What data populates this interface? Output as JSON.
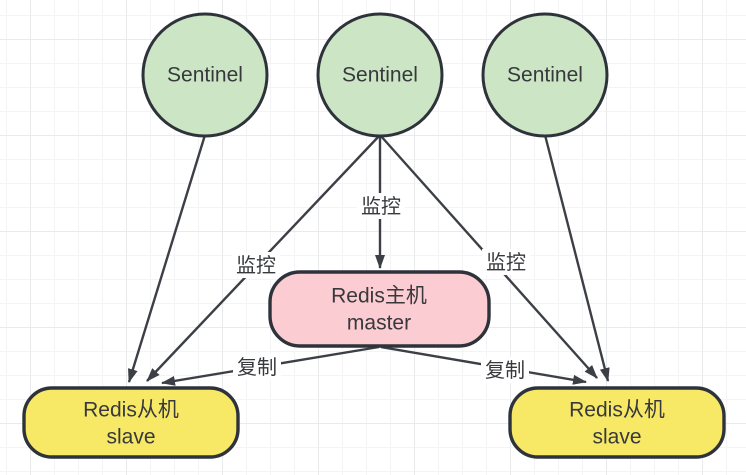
{
  "colors": {
    "sentinel_fill": "#cbe5c5",
    "master_fill": "#fbccd2",
    "slave_fill": "#f7e966",
    "node_stroke": "#2e323a",
    "edge_stroke": "#3c3f45",
    "text": "#37393c"
  },
  "nodes": {
    "sentinel_left": {
      "label": "Sentinel"
    },
    "sentinel_middle": {
      "label": "Sentinel"
    },
    "sentinel_right": {
      "label": "Sentinel"
    },
    "master": {
      "line1": "Redis主机",
      "line2": "master"
    },
    "slave_left": {
      "line1": "Redis从机",
      "line2": "slave"
    },
    "slave_right": {
      "line1": "Redis从机",
      "line2": "slave"
    }
  },
  "edge_labels": {
    "monitor_center": "监控",
    "monitor_left": "监控",
    "monitor_right": "监控",
    "replicate_left": "复制",
    "replicate_right": "复制"
  }
}
